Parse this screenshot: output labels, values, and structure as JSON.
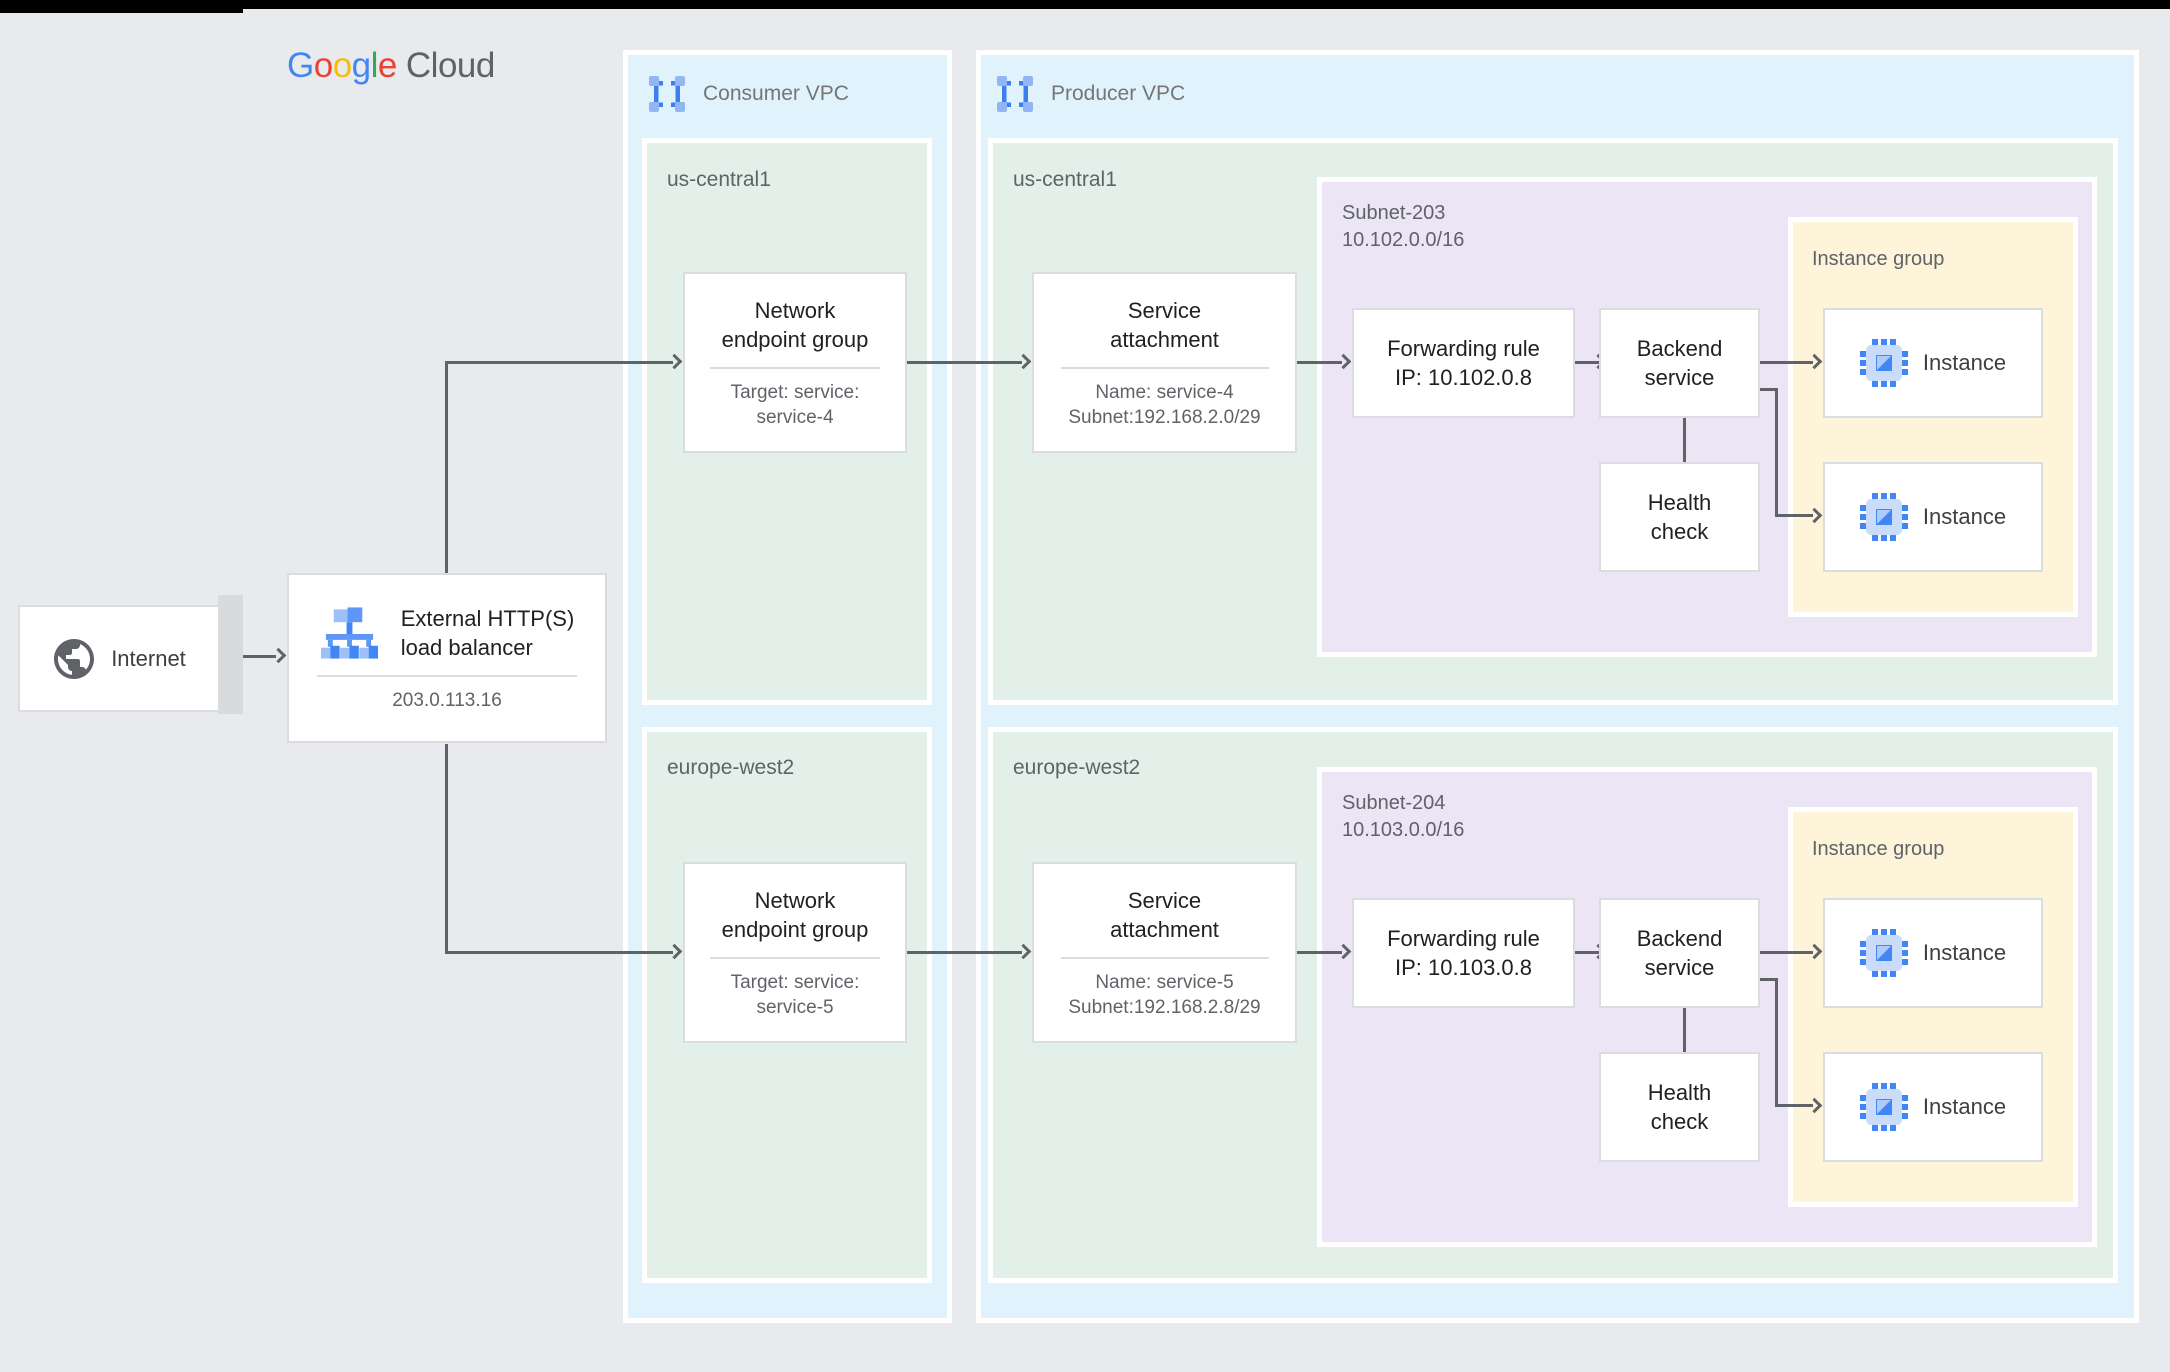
{
  "colors": {
    "bg": "#e8eaed",
    "vpc": "#e0f3fd",
    "region": "#e3f0e9",
    "subnet": "#ebe5f6",
    "ig": "#fdf4da",
    "line": "#5f6368",
    "border": "#dadce0",
    "title": "#202124",
    "sub": "#5f6368",
    "panel-label": "#757575"
  },
  "logo": {
    "letters": [
      {
        "ch": "G",
        "color": "#4285F4"
      },
      {
        "ch": "o",
        "color": "#EA4335"
      },
      {
        "ch": "o",
        "color": "#FBBC04"
      },
      {
        "ch": "g",
        "color": "#4285F4"
      },
      {
        "ch": "l",
        "color": "#34A853"
      },
      {
        "ch": "e",
        "color": "#EA4335"
      }
    ],
    "suffix": "Cloud",
    "suffix_color": "#5f6368"
  },
  "internet": {
    "label": "Internet"
  },
  "load_balancer": {
    "title_line1": "External HTTP(S)",
    "title_line2": "load balancer",
    "ip": "203.0.113.16"
  },
  "consumer_vpc": {
    "label": "Consumer VPC",
    "regions": [
      {
        "name": "us-central1",
        "neg": {
          "title_line1": "Network",
          "title_line2": "endpoint group",
          "sub_line1": "Target: service:",
          "sub_line2": "service-4"
        }
      },
      {
        "name": "europe-west2",
        "neg": {
          "title_line1": "Network",
          "title_line2": "endpoint group",
          "sub_line1": "Target: service:",
          "sub_line2": "service-5"
        }
      }
    ]
  },
  "producer_vpc": {
    "label": "Producer VPC",
    "regions": [
      {
        "name": "us-central1",
        "service_attachment": {
          "title_line1": "Service",
          "title_line2": "attachment",
          "sub_line1": "Name: service-4",
          "sub_line2": "Subnet:192.168.2.0/29"
        },
        "subnet": {
          "name": "Subnet-203",
          "cidr": "10.102.0.0/16",
          "forwarding_rule": {
            "line1": "Forwarding rule",
            "line2": "IP: 10.102.0.8"
          },
          "backend_service": {
            "line1": "Backend",
            "line2": "service"
          },
          "health_check": {
            "line1": "Health",
            "line2": "check"
          },
          "instance_group": {
            "label": "Instance group",
            "instances": [
              "Instance",
              "Instance"
            ]
          }
        }
      },
      {
        "name": "europe-west2",
        "service_attachment": {
          "title_line1": "Service",
          "title_line2": "attachment",
          "sub_line1": "Name: service-5",
          "sub_line2": "Subnet:192.168.2.8/29"
        },
        "subnet": {
          "name": "Subnet-204",
          "cidr": "10.103.0.0/16",
          "forwarding_rule": {
            "line1": "Forwarding rule",
            "line2": "IP: 10.103.0.8"
          },
          "backend_service": {
            "line1": "Backend",
            "line2": "service"
          },
          "health_check": {
            "line1": "Health",
            "line2": "check"
          },
          "instance_group": {
            "label": "Instance group",
            "instances": [
              "Instance",
              "Instance"
            ]
          }
        }
      }
    ]
  }
}
